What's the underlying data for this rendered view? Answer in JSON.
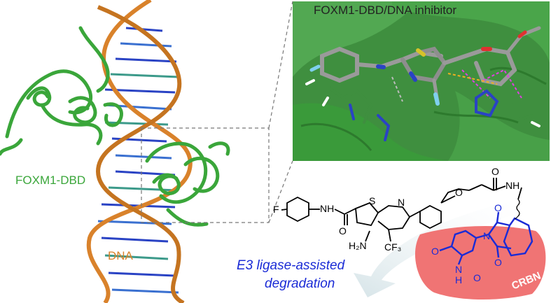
{
  "labels": {
    "inset_title": "FOXM1-DBD/DNA inhibitor",
    "protein": "FOXM1-DBD",
    "dna": "DNA",
    "mechanism_line1": "E3 ligase-assisted",
    "mechanism_line2": "degradation",
    "e3": "CRBN"
  },
  "chem_atoms": {
    "fluoro": "F",
    "amide_nh": "NH",
    "sulfur": "S",
    "ring_n": "N",
    "ether_o": "O",
    "carbonyl_o": "O",
    "linker_nh": "NH",
    "amide_o": "O",
    "amine": "H₂N",
    "cf3": "CF₃",
    "imide_n": "N",
    "glut_n": "N",
    "glut_h": "H",
    "imide_o1": "O",
    "imide_o2": "O",
    "glut_o1": "O",
    "glut_o2": "O"
  },
  "colors": {
    "protein": "#3aa63a",
    "dna_backbone": "#d9822b",
    "degrader": "#1a2bd6",
    "crbn_blob": "#f07474",
    "arrow": "#dde9ec"
  }
}
